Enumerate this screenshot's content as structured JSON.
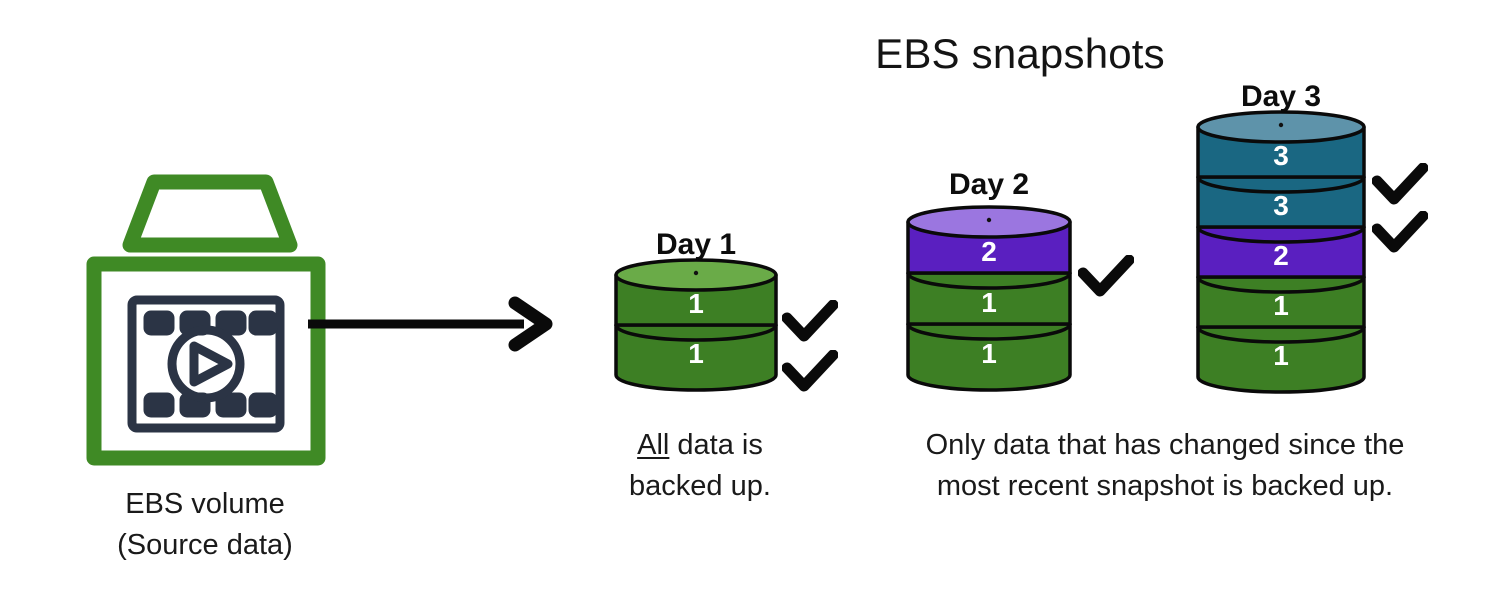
{
  "title": "EBS snapshots",
  "colors": {
    "volume_green": "#3f8a25",
    "icon_navy": "#2b3445",
    "segment_green": "#3d7f24",
    "segment_green_top": "#6aab48",
    "segment_purple": "#5a1fc0",
    "segment_purple_top": "#9b76e0",
    "segment_teal": "#1a6782",
    "segment_teal_top": "#5e93aa",
    "outline": "#0a0a0a",
    "text": "#1a1a1a",
    "number_text": "#ffffff"
  },
  "source": {
    "icon_name": "ebs-volume-icon",
    "label_line1": "EBS volume",
    "label_line2": "(Source data)"
  },
  "arrow": {
    "name": "flow-arrow",
    "direction": "right"
  },
  "snapshots": [
    {
      "id": "day1",
      "title": "Day 1",
      "checks": 2,
      "segments": [
        {
          "value": "1",
          "color_key": "segment_green",
          "top_color_key": "segment_green_top"
        },
        {
          "value": "1",
          "color_key": "segment_green",
          "top_color_key": "segment_green_top"
        }
      ]
    },
    {
      "id": "day2",
      "title": "Day 2",
      "checks": 1,
      "segments": [
        {
          "value": "2",
          "color_key": "segment_purple",
          "top_color_key": "segment_purple_top"
        },
        {
          "value": "1",
          "color_key": "segment_green",
          "top_color_key": "segment_green_top"
        },
        {
          "value": "1",
          "color_key": "segment_green",
          "top_color_key": "segment_green_top"
        }
      ]
    },
    {
      "id": "day3",
      "title": "Day 3",
      "checks": 2,
      "segments": [
        {
          "value": "3",
          "color_key": "segment_teal",
          "top_color_key": "segment_teal_top"
        },
        {
          "value": "3",
          "color_key": "segment_teal",
          "top_color_key": "segment_teal_top"
        },
        {
          "value": "2",
          "color_key": "segment_purple",
          "top_color_key": "segment_purple_top"
        },
        {
          "value": "1",
          "color_key": "segment_green",
          "top_color_key": "segment_green_top"
        },
        {
          "value": "1",
          "color_key": "segment_green",
          "top_color_key": "segment_green_top"
        }
      ]
    }
  ],
  "captions": {
    "day1_emphasis": "All",
    "day1_rest": " data is backed up.",
    "day23": "Only data that has changed since the most recent snapshot is backed up."
  }
}
